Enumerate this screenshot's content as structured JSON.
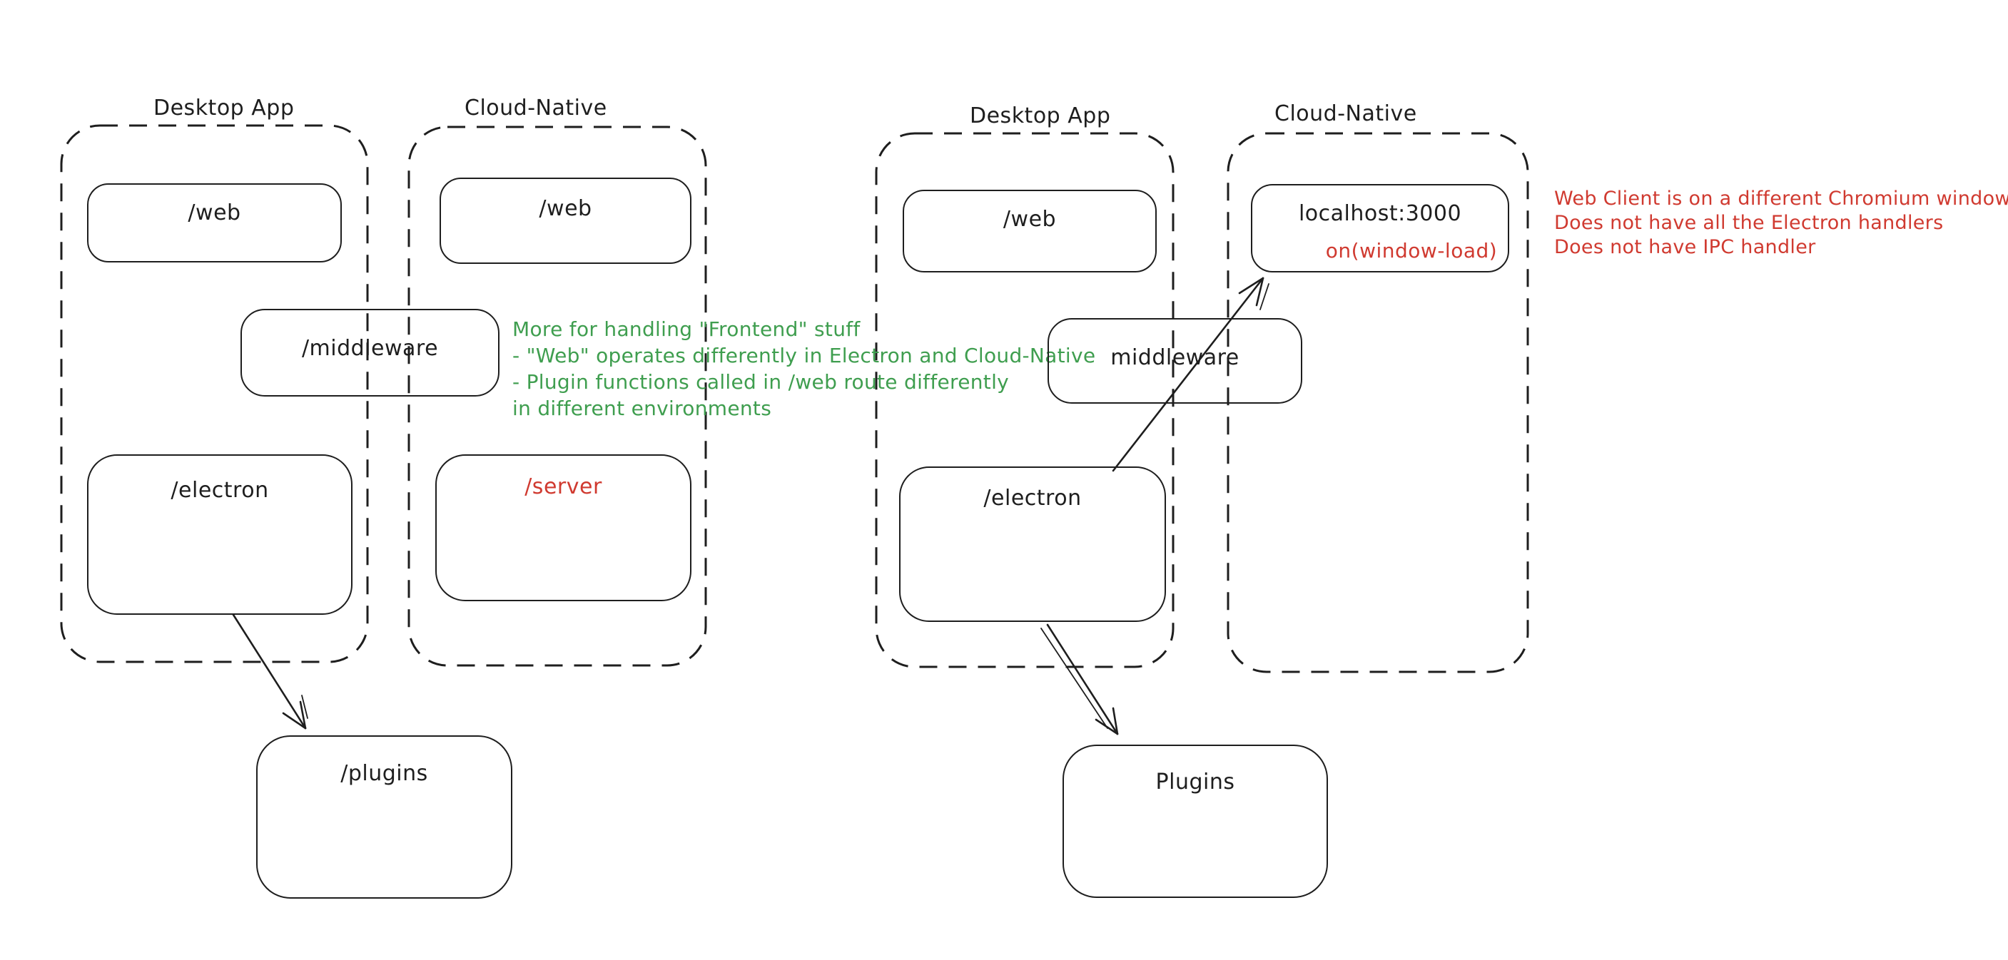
{
  "colors": {
    "ink": "#1e1e1e",
    "red": "#d03a30",
    "green": "#3f9e4f",
    "background": "#ffffff"
  },
  "left_diagram": {
    "desktop_group_label": "Desktop App",
    "cloud_group_label": "Cloud-Native",
    "desktop_web_box": "/web",
    "cloud_web_box": "/web",
    "middleware_box": "/middleware",
    "electron_box": "/electron",
    "server_box": "/server",
    "plugins_box": "/plugins"
  },
  "green_note": {
    "lines": [
      "More for handling \"Frontend\" stuff",
      "- \"Web\" operates differently in Electron and Cloud-Native",
      "- Plugin functions called in /web route differently",
      "in different environments"
    ]
  },
  "right_diagram": {
    "desktop_group_label": "Desktop App",
    "cloud_group_label": "Cloud-Native",
    "web_box": "/web",
    "localhost_box": "localhost:3000",
    "localhost_sub_label": "on(window-load)",
    "middleware_box": "middleware",
    "electron_box": "/electron",
    "plugins_box": "Plugins"
  },
  "red_note": {
    "lines": [
      "Web Client is on a different Chromium window",
      "Does not have all the Electron handlers",
      "Does not have IPC handler"
    ]
  }
}
